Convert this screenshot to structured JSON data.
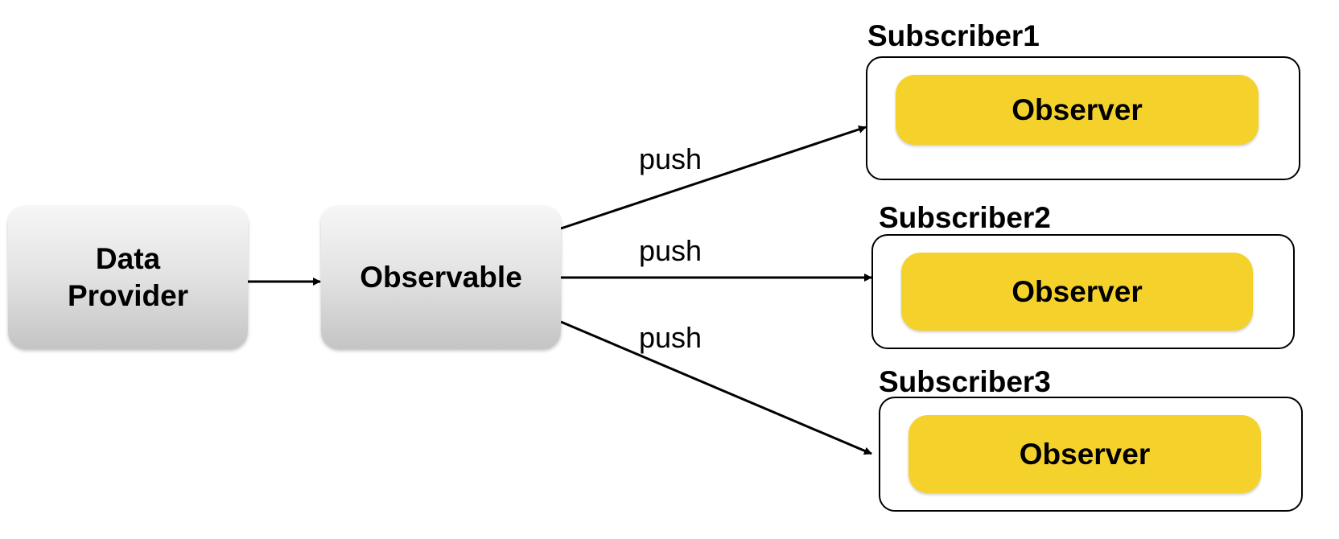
{
  "nodes": {
    "data_provider": "Data\nProvider",
    "observable": "Observable"
  },
  "subscribers": [
    {
      "title": "Subscriber1",
      "observer": "Observer"
    },
    {
      "title": "Subscriber2",
      "observer": "Observer"
    },
    {
      "title": "Subscriber3",
      "observer": "Observer"
    }
  ],
  "edges": {
    "push_1": "push",
    "push_2": "push",
    "push_3": "push"
  },
  "colors": {
    "observer_fill": "#f5d22b",
    "node_gradient_top": "#f6f6f6",
    "node_gradient_bottom": "#c4c4c4"
  }
}
